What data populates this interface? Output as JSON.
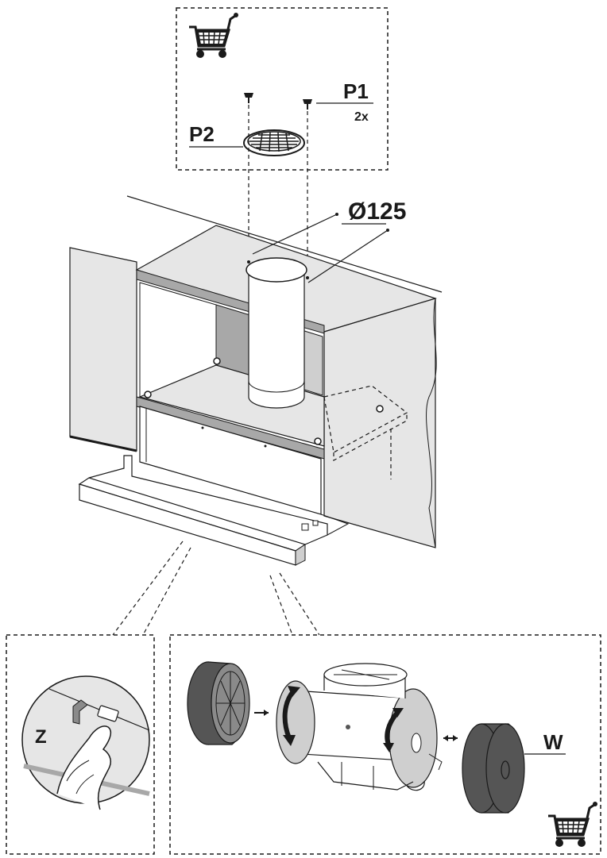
{
  "labels": {
    "p1": "P1",
    "p1_qty": "2x",
    "p2": "P2",
    "diameter": "Ø125",
    "z": "Z",
    "w": "W"
  },
  "icons": {
    "accessory_top": "shopping-cart-icon",
    "accessory_bottom": "shopping-cart-icon"
  },
  "colors": {
    "line": "#1a1a1a",
    "panel_light": "#e6e6e6",
    "panel_mid": "#cfcfcf",
    "panel_dark": "#a8a8a8",
    "filter_dark": "#555555",
    "filter_mid": "#8a8a8a"
  }
}
